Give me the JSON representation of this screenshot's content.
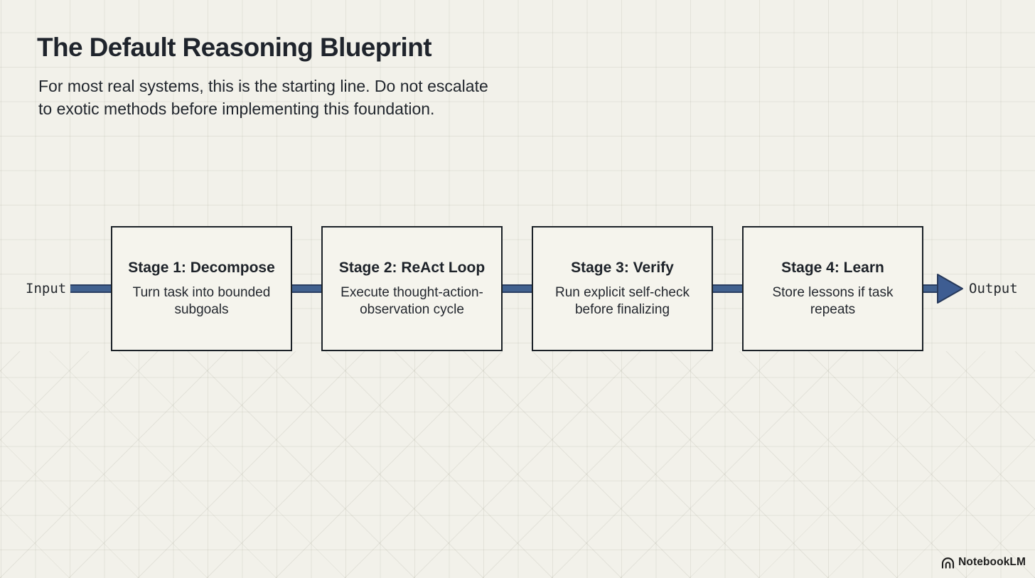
{
  "page": {
    "title": "The Default Reasoning Blueprint",
    "subtitle_lines": [
      "For most real systems, this is the starting line. Do not escalate",
      "to exotic methods before implementing this foundation."
    ]
  },
  "flow": {
    "input_label": "Input",
    "output_label": "Output",
    "stages": [
      {
        "title": "Stage 1: Decompose",
        "description": "Turn task into bounded subgoals"
      },
      {
        "title": "Stage 2: ReAct Loop",
        "description": "Execute thought-action-observation cycle"
      },
      {
        "title": "Stage 3: Verify",
        "description": "Run explicit self-check before finalizing"
      },
      {
        "title": "Stage 4: Learn",
        "description": "Store lessons if task repeats"
      }
    ]
  },
  "branding": {
    "logo_text": "NotebookLM"
  },
  "colors": {
    "background": "#f2f1ea",
    "grid_line": "#e3e2da",
    "box_background": "#f5f4ed",
    "box_border": "#1b2127",
    "connector_fill": "#41618f",
    "connector_edge": "#2a3e62",
    "text_primary": "#1f242c"
  }
}
